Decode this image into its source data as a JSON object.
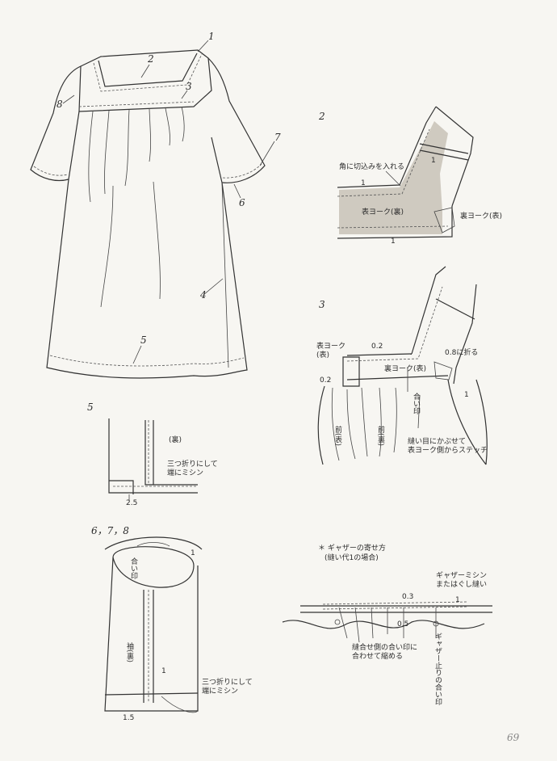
{
  "page_number": "69",
  "dress": {
    "callouts": [
      "1",
      "2",
      "3",
      "4",
      "5",
      "6",
      "7",
      "8"
    ]
  },
  "step2": {
    "step_label": "2",
    "note_cut_corner": "角に切込みを入れる",
    "outer_yoke": "表ヨーク(裏)",
    "inner_yoke": "裏ヨーク(表)",
    "dim_1": "1"
  },
  "step3": {
    "step_label": "3",
    "outer_yoke": "表ヨーク\n(表)",
    "inner_yoke": "裏ヨーク(表)",
    "fold_note": "0.8に折る",
    "dim_02": "0.2",
    "dim_1": "1",
    "match_mark": "合い印",
    "front_outer": "前(表)",
    "front_inner": "前(裏)",
    "stitch_note": "縫い目にかぶせて\n表ヨーク側からステッチ"
  },
  "step5": {
    "step_label": "5",
    "wrong_side": "(裏)",
    "hem_note": "三つ折りにして\n端にミシン",
    "dim": "2.5"
  },
  "step678": {
    "step_label": "6，7，8",
    "match_mark": "合い印",
    "sleeve": "袖(裏)",
    "hem_note": "三つ折りにして\n端にミシン",
    "dim_1": "1",
    "dim_15": "1.5"
  },
  "gather": {
    "title": "＊ ギャザーの寄せ方",
    "subtitle": "(縫い代1の場合)",
    "machine_note": "ギャザーミシン\nまたはぐし縫い",
    "dim_03": "0.3",
    "dim_05": "0.5",
    "dim_1": "1",
    "match_note": "縫合せ側の合い印に\n合わせて縮める",
    "stop_mark": "ギャザー止りの合い印"
  }
}
